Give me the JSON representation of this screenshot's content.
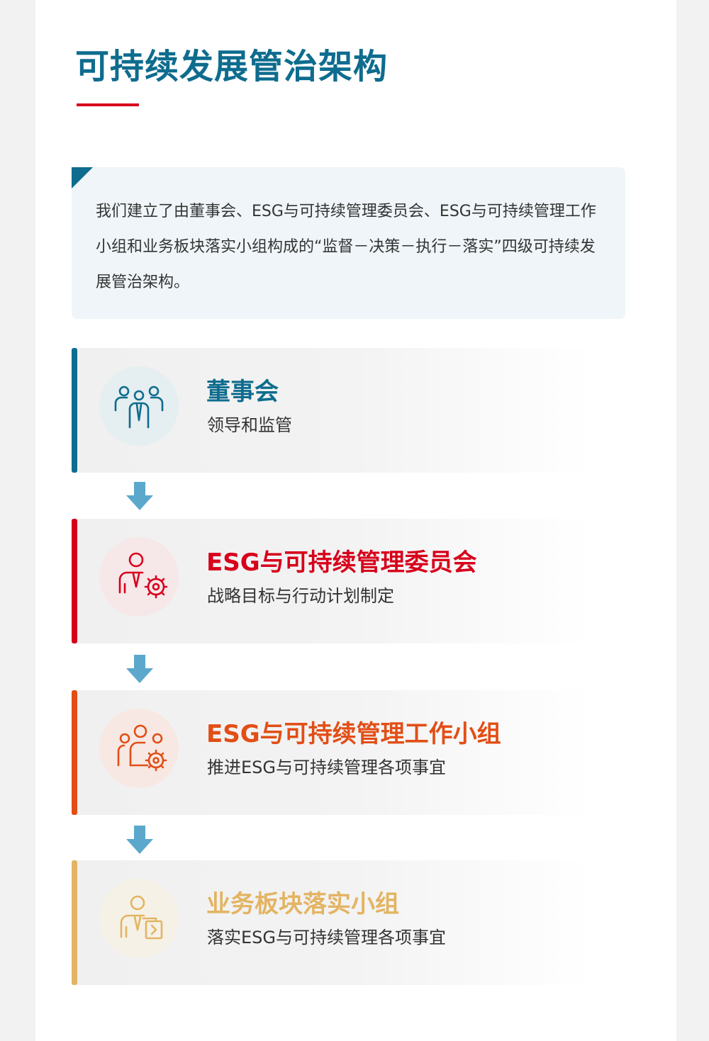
{
  "title": "可持续发展管治架构",
  "intro": "我们建立了由董事会、ESG与可持续管理委员会、ESG与可持续管理工作小组和业务板块落实小组构成的“监督－决策－执行－落实”四级可持续发展管治架构。",
  "colors": {
    "title": "#0e6c8e",
    "underline": "#d7001b",
    "arrow": "#5ba8cc"
  },
  "tiers": [
    {
      "title": "董事会",
      "subtitle": "领导和监管",
      "color": "#0e6c8e",
      "icon": "board-people-icon"
    },
    {
      "title": "ESG与可持续管理委员会",
      "subtitle": "战略目标与行动计划制定",
      "color": "#d7001b",
      "icon": "person-gear-icon"
    },
    {
      "title": "ESG与可持续管理工作小组",
      "subtitle": "推进ESG与可持续管理各项事宜",
      "color": "#e24e16",
      "icon": "group-gear-icon"
    },
    {
      "title": "业务板块落实小组",
      "subtitle": "落实ESG与可持续管理各项事宜",
      "color": "#e3b463",
      "icon": "person-document-icon"
    }
  ]
}
